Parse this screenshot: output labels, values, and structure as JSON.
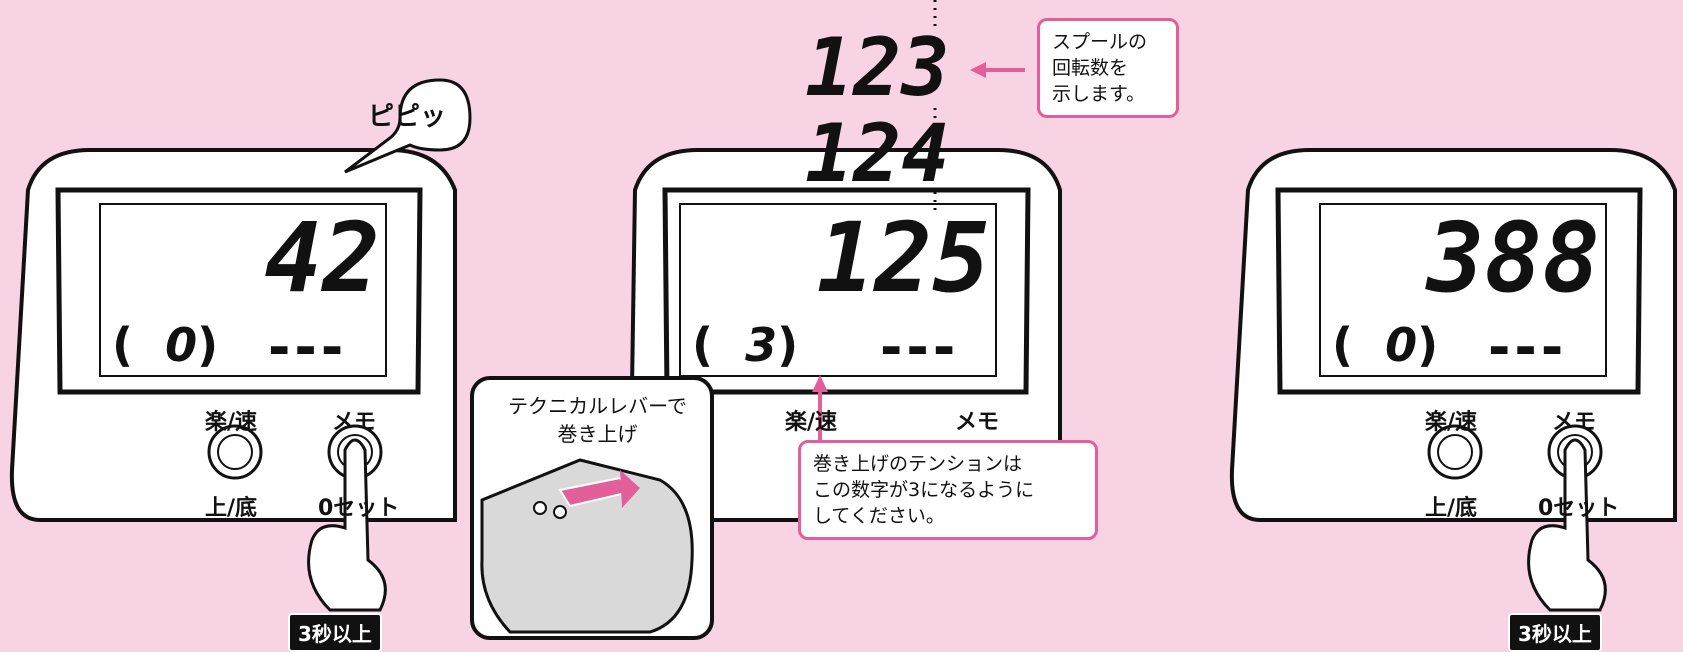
{
  "colors": {
    "background": "#f7d3e4",
    "accent": "#e25f9a",
    "ink": "#111111"
  },
  "panels": [
    {
      "main_digits": "42",
      "sub_digit": "0",
      "dashes": "---",
      "speech": "ピピッ",
      "btn_left_top": "楽/速",
      "btn_right_top": "メモ",
      "btn_left_bottom": "上/底",
      "btn_right_bottom": "0セット",
      "badge": "3秒以上"
    },
    {
      "main_digits": "125",
      "sub_digit": "3",
      "dashes": "---",
      "btn_left_top": "楽/速",
      "btn_right_top": "メモ"
    },
    {
      "main_digits": "388",
      "sub_digit": "0",
      "dashes": "---",
      "btn_left_top": "楽/速",
      "btn_right_top": "メモ",
      "btn_left_bottom": "上/底",
      "btn_right_bottom": "0セット",
      "badge": "3秒以上"
    }
  ],
  "counter_sequence": [
    "123",
    "124"
  ],
  "callouts": {
    "spool": "スプールの\n回転数を\n示します。",
    "inset": "テクニカルレバーで\n巻き上げ",
    "tension": "巻き上げのテンションは\nこの数字が3になるように\nしてください。"
  },
  "icons": [
    "finger-press-icon",
    "hand-lever-icon",
    "arrow-icon"
  ]
}
